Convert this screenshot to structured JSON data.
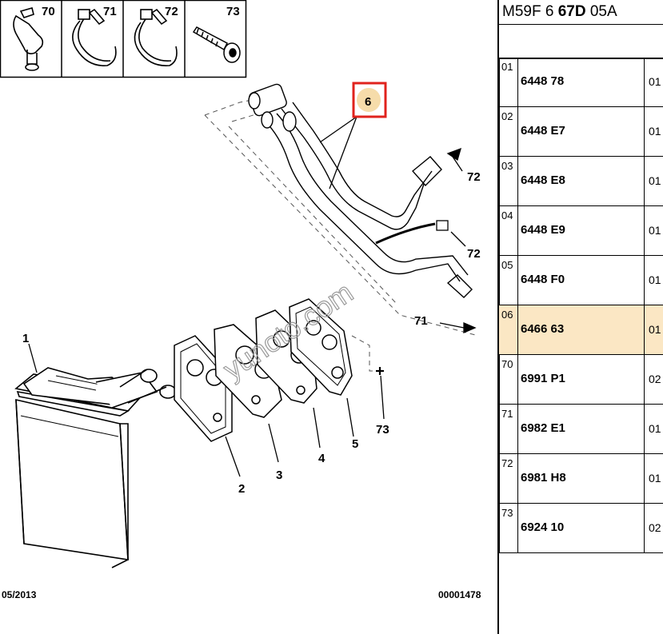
{
  "diagram": {
    "thumbnails": [
      {
        "label": "70",
        "icon": "clip-icon"
      },
      {
        "label": "71",
        "icon": "hose-clamp-icon"
      },
      {
        "label": "72",
        "icon": "hose-clamp-icon"
      },
      {
        "label": "73",
        "icon": "screw-icon"
      }
    ],
    "callouts": {
      "c1": "1",
      "c2": "2",
      "c3": "3",
      "c4": "4",
      "c5": "5",
      "c6": "6",
      "c71": "71",
      "c72a": "72",
      "c72b": "72",
      "c73": "73"
    },
    "footer_left": "05/2013",
    "footer_right": "00001478",
    "watermark": "yunoto.com",
    "highlight_color": "#e0231d",
    "highlight_fill": "#f6dcaa"
  },
  "panel": {
    "title_prefix": "M59F 6 ",
    "title_bold": "67D",
    "title_suffix": " 05A",
    "rows": [
      {
        "num": "01",
        "ref": "6448 78",
        "qty": "01",
        "selected": false
      },
      {
        "num": "02",
        "ref": "6448 E7",
        "qty": "01",
        "selected": false
      },
      {
        "num": "03",
        "ref": "6448 E8",
        "qty": "01",
        "selected": false
      },
      {
        "num": "04",
        "ref": "6448 E9",
        "qty": "01",
        "selected": false
      },
      {
        "num": "05",
        "ref": "6448 F0",
        "qty": "01",
        "selected": false
      },
      {
        "num": "06",
        "ref": "6466 63",
        "qty": "01",
        "selected": true
      },
      {
        "num": "70",
        "ref": "6991 P1",
        "qty": "02",
        "selected": false
      },
      {
        "num": "71",
        "ref": "6982 E1",
        "qty": "01",
        "selected": false
      },
      {
        "num": "72",
        "ref": "6981 H8",
        "qty": "01",
        "selected": false
      },
      {
        "num": "73",
        "ref": "6924 10",
        "qty": "02",
        "selected": false
      }
    ],
    "selected_color": "#fbe7c4"
  }
}
